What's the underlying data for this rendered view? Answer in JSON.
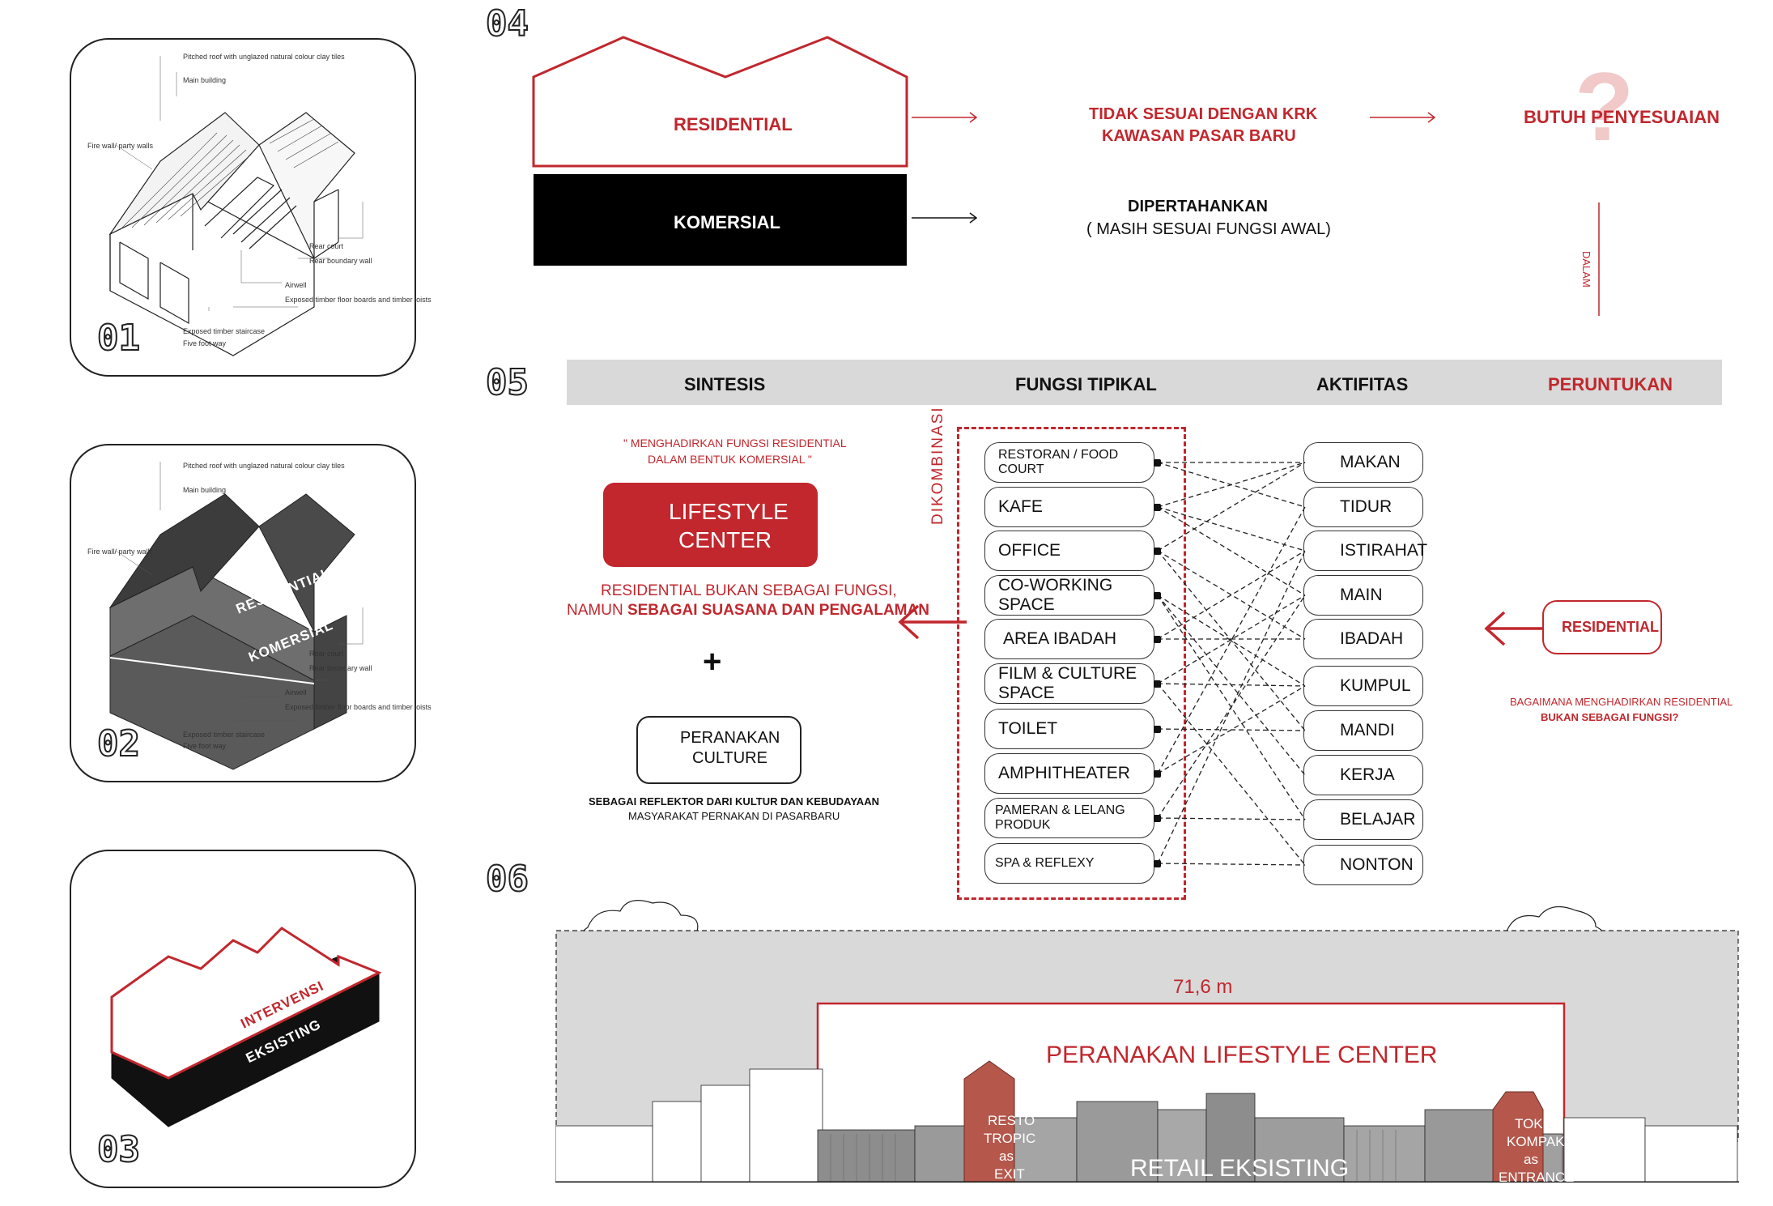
{
  "steps": {
    "s01": "01",
    "s02": "02",
    "s03": "03",
    "s04": "04",
    "s05": "05",
    "s06": "06"
  },
  "panel01": {
    "labels": [
      "Pitched roof with unglazed natural colour clay tiles",
      "Main building",
      "Fire wall/ party walls",
      "Rear court",
      "Rear boundary wall",
      "Airwell",
      "Exposed timber floor boards and timber joists",
      "Exposed timber staircase",
      "Five foot way"
    ]
  },
  "panel02": {
    "residential": "RESIDENTIAL",
    "komersial": "KOMERSIAL"
  },
  "panel03": {
    "intervensi": "INTERVENSI",
    "eksisting": "EKSISTING"
  },
  "section04": {
    "residential": "RESIDENTIAL",
    "komersial": "KOMERSIAL",
    "tidak_line1": "TIDAK SESUAI DENGAN KRK",
    "tidak_line2": "KAWASAN PASAR BARU",
    "butuh": "BUTUH PENYESUAIAN",
    "question": "?",
    "dipertahankan": "DIPERTAHANKAN",
    "masih": "( MASIH SESUAI FUNGSI AWAL)",
    "dalam": "DALAM"
  },
  "section05": {
    "headers": {
      "sintesis": "SINTESIS",
      "fungsi": "FUNGSI TIPIKAL",
      "aktifitas": "AKTIFITAS",
      "peruntukan": "PERUNTUKAN"
    },
    "quote_line1": "\" MENGHADIRKAN FUNGSI RESIDENTIAL",
    "quote_line2": "DALAM BENTUK KOMERSIAL \"",
    "lifestyle_line1": "LIFESTYLE",
    "lifestyle_line2": "CENTER",
    "res_bukan_line1": "RESIDENTIAL BUKAN SEBAGAI FUNGSI,",
    "res_bukan_line2a": "NAMUN ",
    "res_bukan_line2b": "SEBAGAI SUASANA DAN PENGALAMAN",
    "plus": "+",
    "peranakan_line1": "PERANAKAN",
    "peranakan_line2": "CULTURE",
    "reflektor_line1": "SEBAGAI REFLEKTOR DARI KULTUR DAN KEBUDAYAAN",
    "reflektor_line2": "MASYARAKAT PERNAKAN DI PASARBARU",
    "dikombinasi": "DIKOMBINASI",
    "fungsi": [
      "RESTORAN / FOOD COURT",
      "KAFE",
      "OFFICE",
      "CO-WORKING SPACE",
      "AREA IBADAH",
      "FILM & CULTURE SPACE",
      "TOILET",
      "AMPHITHEATER",
      "PAMERAN & LELANG PRODUK",
      "SPA & REFLEXY"
    ],
    "aktifitas": [
      "MAKAN",
      "TIDUR",
      "ISTIRAHAT",
      "MAIN",
      "IBADAH",
      "KUMPUL",
      "MANDI",
      "KERJA",
      "BELAJAR",
      "NONTON"
    ],
    "residential_btn": "RESIDENTIAL",
    "bagaimana_line1": "BAGAIMANA MENGHADIRKAN RESIDENTIAL",
    "bagaimana_line2": "BUKAN SEBAGAI FUNGSI?"
  },
  "section06": {
    "dimension": "71,6 m",
    "title": "PERANAKAN LIFESTYLE CENTER",
    "retail": "RETAIL EKSISTING",
    "resto": [
      "RESTO",
      "TROPIC",
      "as",
      "EXIT"
    ],
    "toko": [
      "TOKO",
      "KOMPAK",
      "as",
      "ENTRANCE"
    ]
  },
  "colors": {
    "accent": "#c1272d",
    "dark": "#111111",
    "grey": "#d9d9d9",
    "brick": "#b5574b"
  }
}
